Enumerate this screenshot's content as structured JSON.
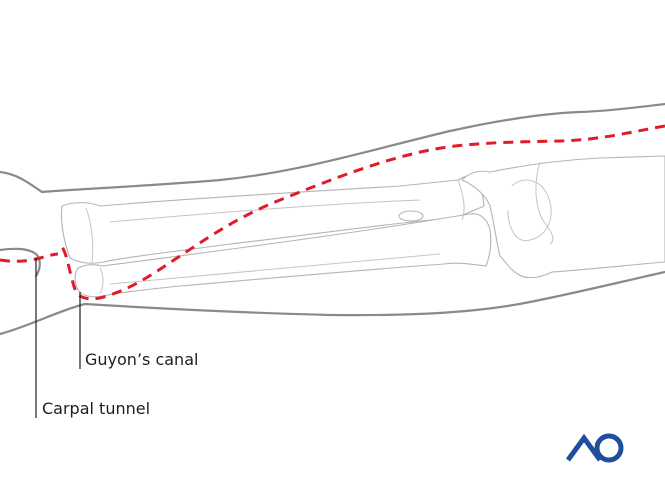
{
  "labels": {
    "guyon": "Guyon’s canal",
    "carpal": "Carpal tunnel"
  },
  "logo": {
    "text": "AO",
    "color": "#1d4f9c"
  },
  "colors": {
    "incision": "#e11c2a",
    "outline": "#8a8a8a",
    "bone": "#b4b4b4",
    "leader": "#1e1e1e"
  },
  "icons": [
    "ao-logo-icon"
  ]
}
